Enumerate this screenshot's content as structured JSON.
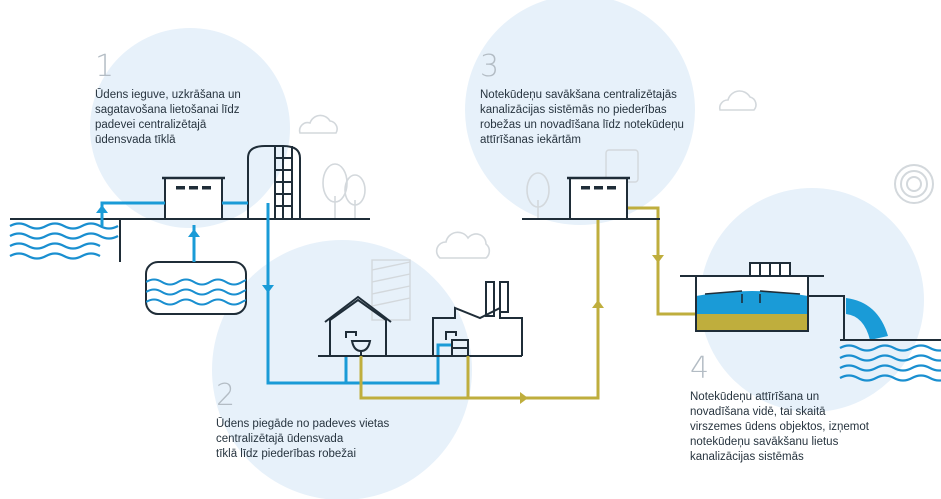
{
  "colors": {
    "clean_water": "#1a9bd7",
    "waste_water": "#bfae3d",
    "water_body": "#1a8fd0",
    "line_dark": "#1f2d38",
    "bubble": "#e7f1fa",
    "faint_gray": "#d3d8dc"
  },
  "steps": [
    {
      "number": "1",
      "lines": [
        "Ūdens ieguve, uzkrāšana un",
        "sagatavošana lietošanai līdz",
        "padevei centralizētajā",
        "ūdensvada tīklā"
      ]
    },
    {
      "number": "2",
      "lines": [
        "Ūdens piegāde no padeves vietas",
        "centralizētajā ūdensvada",
        "tīklā līdz piederības robežai"
      ]
    },
    {
      "number": "3",
      "lines": [
        "Notekūdeņu savākšana centralizētajās",
        "kanalizācijas sistēmās no piederības",
        "robežas un novadīšana līdz notekūdeņu",
        "attīrīšanas iekārtām"
      ]
    },
    {
      "number": "4",
      "lines": [
        "Notekūdeņu attīrīšana un",
        "novadīšana vidē, tai skaitā",
        "virszemes ūdens objektos, izņemot",
        "notekūdeņu savākšanu lietus",
        "kanalizācijas sistēmās"
      ]
    }
  ],
  "icons": [
    "cloud-icon",
    "tree-icon",
    "signal-icon",
    "house-icon",
    "factory-icon",
    "tap-icon",
    "sink-icon",
    "water-tower-icon",
    "pump-station-icon",
    "treatment-plant-icon",
    "reservoir-icon"
  ]
}
